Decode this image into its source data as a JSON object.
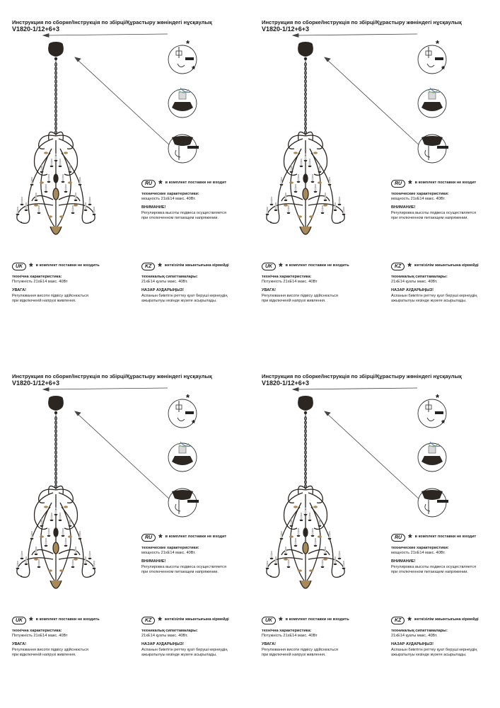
{
  "sheet": {
    "title": "Инструкция по сборке/Інструкція по збірці/Құрастыру жөніндегі нұсқаулық",
    "model": "V1820-1/12+6+3",
    "star_symbol": "*",
    "colors": {
      "ink": "#1a1a1a",
      "metal_dark": "#2b2622",
      "metal_gold": "#a8895a",
      "wire_green": "#7fb08a"
    }
  },
  "ru": {
    "badge": "RU",
    "note": "в комплект поставки не входит",
    "spec_title": "технические характеристики:",
    "spec_value": "мощность 21xE14 макс. 40Вт.",
    "warning_title": "ВНИМАНИЕ!",
    "warning_line1": "Регулировка высоты подвеса осуществляется",
    "warning_line2": "при отключенном питающем напряжении."
  },
  "uk": {
    "badge": "UK",
    "note": "в комплект поставки не входить",
    "spec_title": "технічна характеристика:",
    "spec_value": "Потужність 21xE14 макс. 40Вт",
    "warning_title": "УВАГА!",
    "warning_line1": "Регулювання висоти підвісу здійснюється",
    "warning_line2": "при відключеній напрузі живлення."
  },
  "kz": {
    "badge": "KZ",
    "note": "жеткізілім жиынтығына кірмейді",
    "spec_title": "техникалық сипаттамалары:",
    "spec_value": "21xE14 қуаты макс. 40Вт.",
    "warning_title": "НАЗАР АУДАРЫҢЫЗ!",
    "warning_line1": "Аспанын биіктігін реттеу қуат беруші кернеудің",
    "warning_line2": "ажыратылуы кезінде жүзеге асырылады."
  },
  "icons": [
    "ceiling-canopy-icon",
    "chain-icon",
    "chandelier-icon",
    "hook-install-icon",
    "wiring-terminal-icon",
    "canopy-adjust-icon",
    "pointer-arrow-icon"
  ]
}
